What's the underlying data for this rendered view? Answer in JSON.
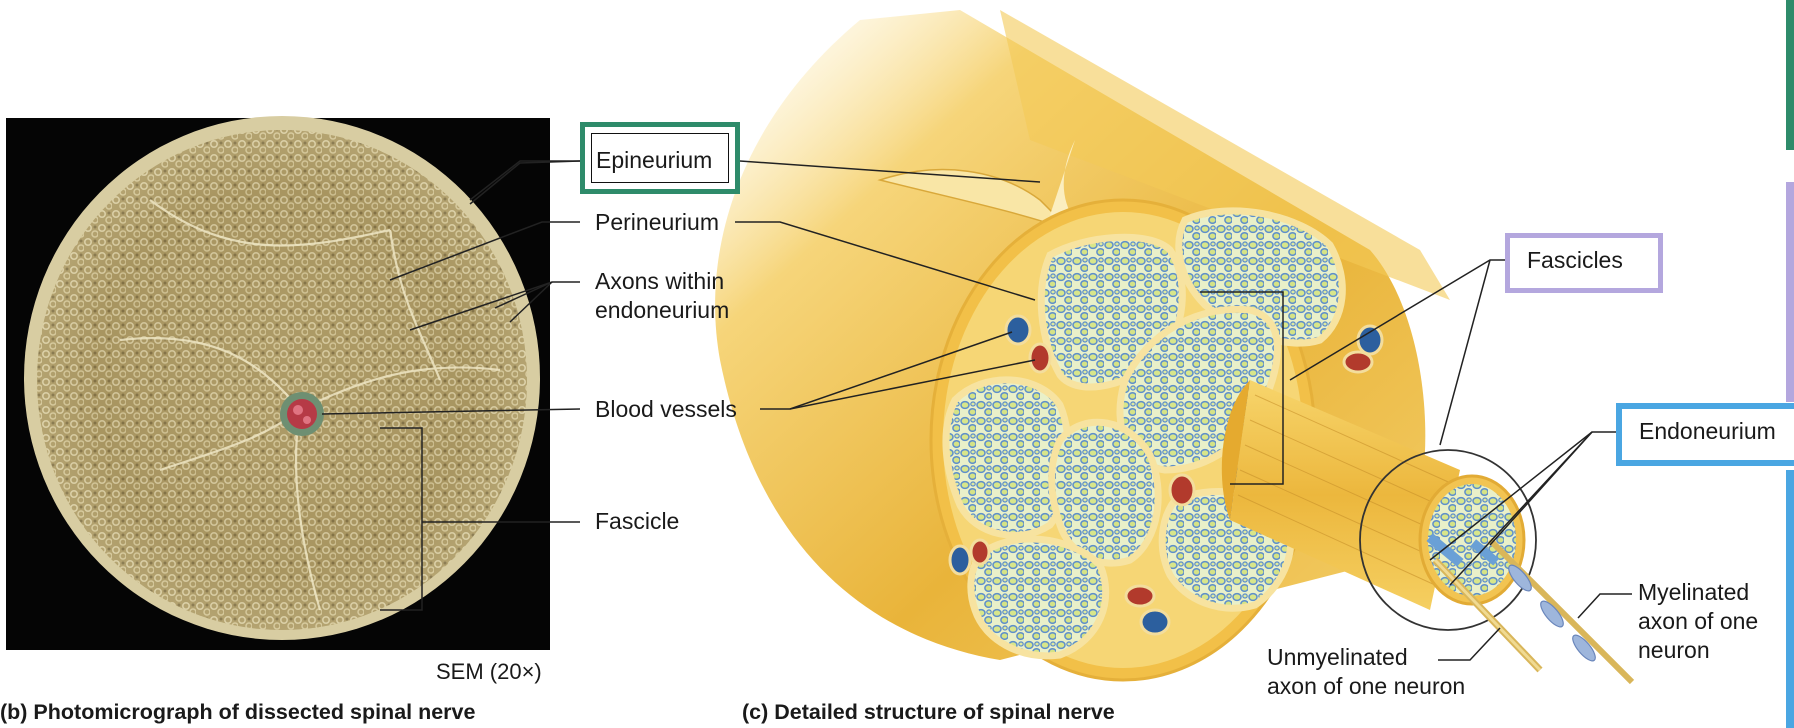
{
  "labels": {
    "epineurium": "Epineurium",
    "perineurium": "Perineurium",
    "axons_endoneurium": "Axons within\nendoneurium",
    "blood_vessels": "Blood vessels",
    "fascicle": "Fascicle",
    "fascicles": "Fascicles",
    "endoneurium": "Endoneurium",
    "myelinated": "Myelinated\naxon of one\nneuron",
    "unmyelinated": "Unmyelinated\naxon of one neuron",
    "sem": "SEM (20×)"
  },
  "captions": {
    "b": "(b) Photomicrograph of dissected spinal nerve",
    "c": "(c) Detailed structure of spinal nerve"
  },
  "highlight_colors": {
    "epineurium": "#2e8b6a",
    "fascicles": "#b4a7de",
    "endoneurium": "#4aa6e2",
    "right_edge_teal": "#2e8b6a",
    "right_edge_purple": "#b4a7de",
    "right_edge_blue": "#4aa6e2"
  },
  "tissue_colors": {
    "nerve_yellow": "#f2c64a",
    "sem_tan": "#c8b887",
    "vessel_red": "#b23a2c",
    "vessel_blue": "#2c5f9e",
    "axon_blue": "#9ec3e6"
  }
}
